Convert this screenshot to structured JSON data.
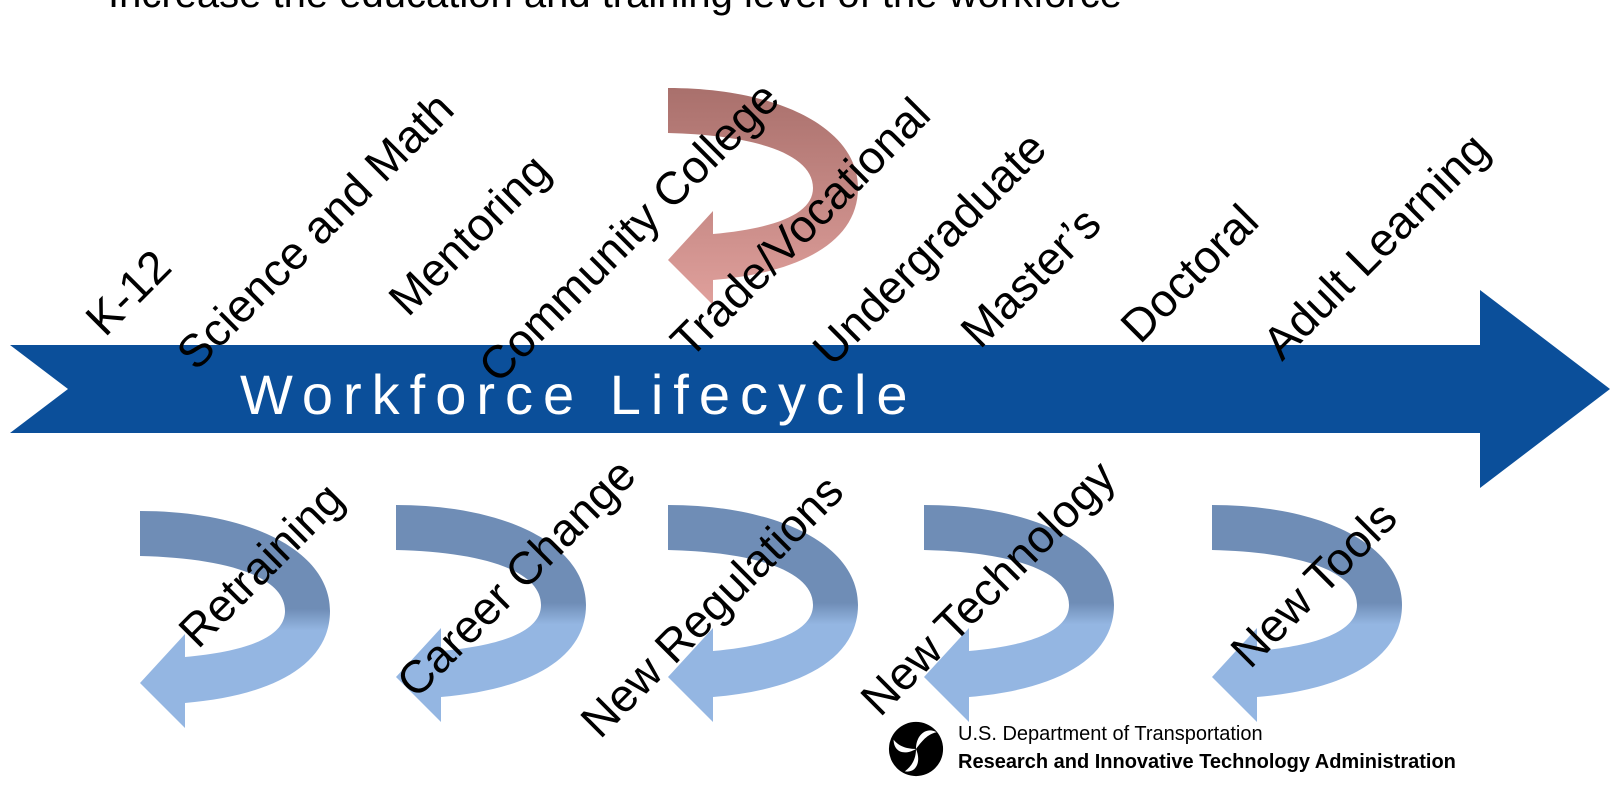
{
  "title": "Increase the education and training level of the workforce",
  "center_label": "Workforce Lifecycle",
  "stages_top": [
    "K-12",
    "Science and Math",
    "Mentoring",
    "Community College",
    "Trade/Vocational",
    "Undergraduate",
    "Master’s",
    "Doctoral",
    "Adult Learning"
  ],
  "stages_bottom": [
    "Retraining",
    "Career Change",
    "New Regulations",
    "New Technology",
    "New Tools"
  ],
  "footer": {
    "department": "U.S. Department of Transportation",
    "agency": "Research and Innovative Technology Administration"
  },
  "colors": {
    "main_arrow": "#0b4f9a",
    "loop_red_dark": "#a9706c",
    "loop_red_light": "#e0a09c",
    "loop_blue_dark": "#6f8db6",
    "loop_blue_light": "#94b6e2",
    "label_text": "#000000",
    "center_text": "#ffffff"
  }
}
